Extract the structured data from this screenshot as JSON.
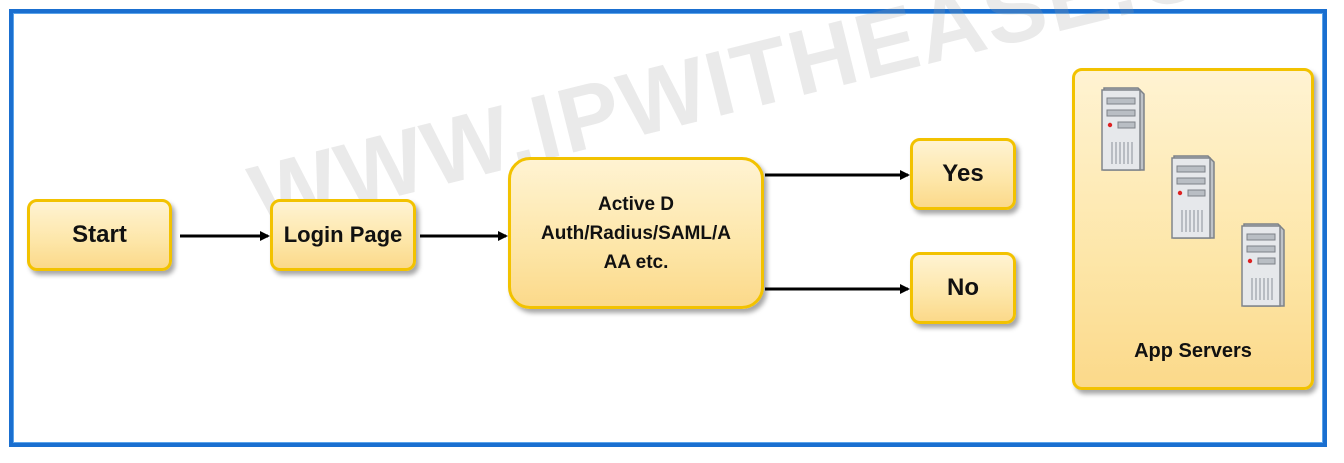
{
  "nodes": {
    "start": "Start",
    "login": "Login Page",
    "auth": [
      "Active D",
      "Auth/Radius/SAML/A",
      "AA etc."
    ],
    "yes": "Yes",
    "no": "No",
    "servers": "App Servers"
  },
  "watermark": "WWW.IPWITHEASE.COM",
  "colors": {
    "frame": "#1a6fd0",
    "box_border": "#f2c200",
    "box_fill": "#fde6a8",
    "arrow": "#000000"
  },
  "icons": [
    "server-icon",
    "server-icon",
    "server-icon"
  ]
}
